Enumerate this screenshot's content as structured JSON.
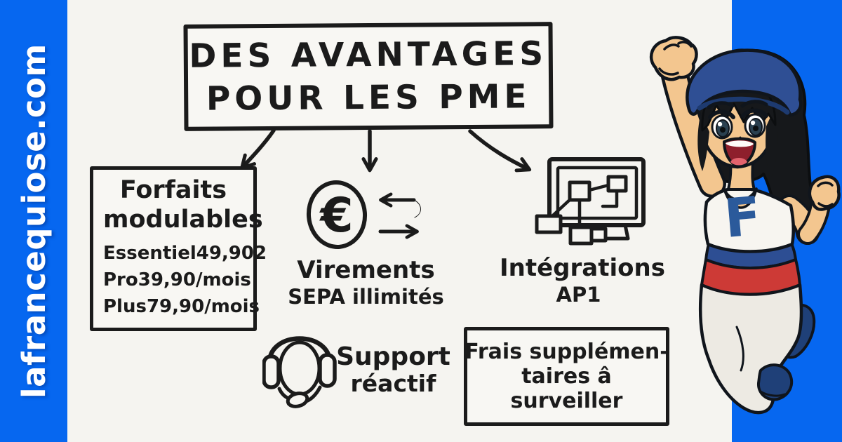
{
  "brand": {
    "url": "lafrancequiose.com"
  },
  "title": {
    "line1": "DES AVANTAGES",
    "line2": "POUR LES PME"
  },
  "plans": {
    "heading1": "Forfaits",
    "heading2": "modulables",
    "items": [
      {
        "name": "Essentiel",
        "price": "49,902"
      },
      {
        "name": "Pro",
        "price": "39,90/mois"
      },
      {
        "name": "Plus",
        "price": "79,90/mois"
      }
    ]
  },
  "sepa": {
    "currency_symbol": "€",
    "label1": "Virements",
    "label2": "SEPA illimités"
  },
  "integrations": {
    "label1": "Intégrations",
    "label2": "AP1"
  },
  "support": {
    "label1": "Support",
    "label2": "réactif"
  },
  "fees": {
    "line1": "Frais supplémen-",
    "line2": "taires â",
    "line3": "surveiller"
  },
  "character": {
    "chest_letter": "F"
  },
  "icons": {
    "euro_transfer": "euro-transfer-icon",
    "monitor_flowchart": "monitor-flowchart-icon",
    "headset": "headset-icon",
    "arrows": "hand-drawn-arrow-icons"
  },
  "colors": {
    "brand_blue": "#0667F0",
    "ink": "#1b1b1b",
    "paper": "#f6f5f1",
    "beret_blue": "#2f4f94",
    "belt_red": "#cd3a36",
    "boot_blue": "#1f4078",
    "letter_blue": "#2b5a9b"
  }
}
